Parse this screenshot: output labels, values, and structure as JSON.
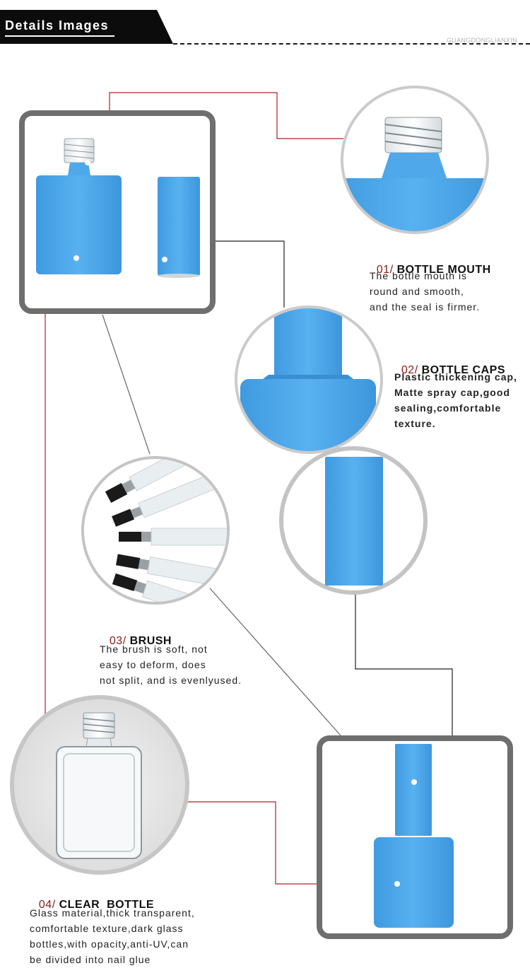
{
  "header": {
    "title": "Details Images",
    "brand": "GUANGDONGLIANXIN"
  },
  "sections": [
    {
      "number": "01/",
      "title": "BOTTLE MOUTH",
      "lines": [
        "The bottle mouth is",
        "round and smooth,",
        "and the seal is firmer."
      ]
    },
    {
      "number": "02/",
      "title": "BOTTLE CAPS",
      "lines": [
        "Plastic thickening cap,",
        "Matte spray cap,good",
        "sealing,comfortable",
        "texture."
      ]
    },
    {
      "number": "03/",
      "title": "BRUSH",
      "lines": [
        "The brush is soft, not",
        "easy to deform, does",
        "not split, and is evenlyused."
      ]
    },
    {
      "number": "04/",
      "title": "CLEAR  BOTTLE",
      "lines": [
        "Glass material,thick transparent,",
        "comfortable texture,dark glass",
        "bottles,with opacity,anti-UV,can",
        "be divided into nail glue"
      ]
    }
  ],
  "colors": {
    "bottle_blue": "#4ea8ea",
    "frame_gray": "#6e6e6e",
    "circle_gray": "#c4c4c4",
    "accent_red": "#8b1a1a",
    "header_black": "#0c0c0c"
  }
}
